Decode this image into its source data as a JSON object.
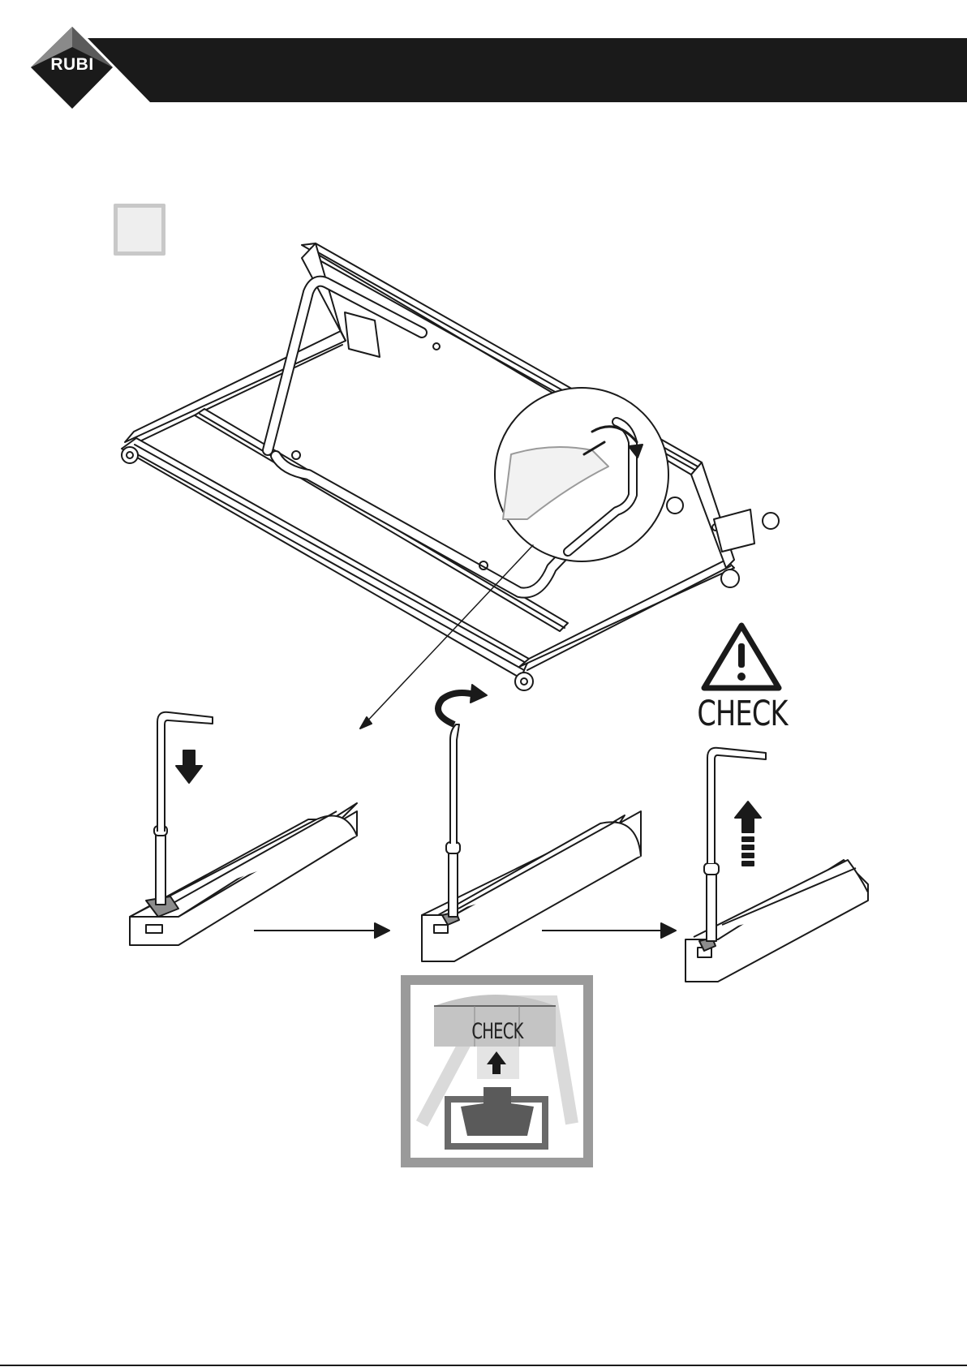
{
  "brand": {
    "logo_text": "RUBI",
    "header_color": "#1a1a1a"
  },
  "warning": {
    "icon": "warning-triangle-icon",
    "label": "CHECK"
  },
  "detail": {
    "label": "CHECK"
  },
  "colors": {
    "line": "#1a1a1a",
    "grey_frame": "#9a9a9a",
    "light_grey": "#d4d4d4"
  }
}
